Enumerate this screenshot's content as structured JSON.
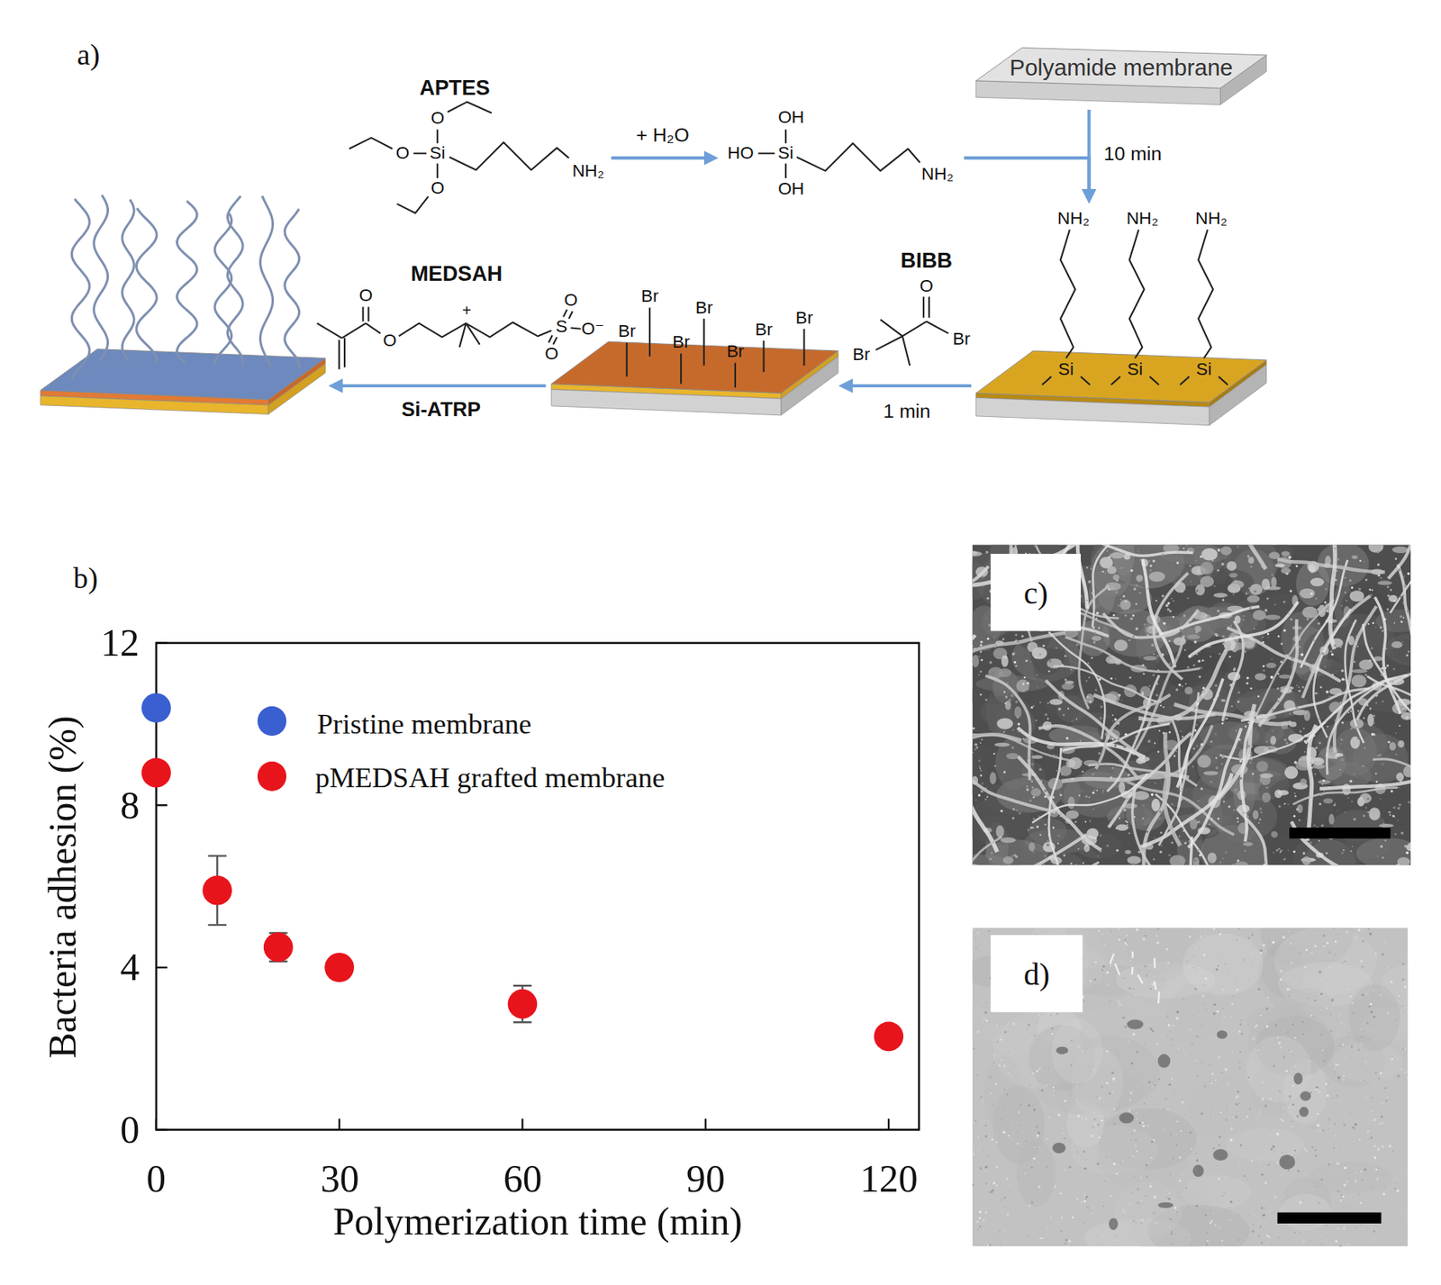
{
  "diagram": {
    "nodes": [
      {
        "text": [
          "APTES",
          "O",
          "O",
          "Si",
          "O",
          "NH₂"
        ]
      },
      {
        "text": [
          "OH",
          "HO",
          "Si",
          "OH",
          "NH₂"
        ]
      },
      {
        "text": [
          "Polyamide membrane"
        ]
      },
      {
        "text": [
          "NH₂",
          "NH₂",
          "NH₂",
          "Si",
          "Si",
          "Si"
        ]
      },
      {
        "text": [
          "BIBB",
          "O",
          "Br",
          "Br"
        ]
      },
      {
        "text": [
          "Br",
          "Br",
          "Br",
          "Br",
          "Br",
          "Br",
          "Br"
        ]
      },
      {
        "text": [
          "MEDSAH",
          "O",
          "O",
          "+",
          "S",
          "O",
          "O",
          "O⁻"
        ]
      }
    ],
    "edges": [
      {
        "from": 0,
        "to": 1,
        "arrow": "to",
        "label": "+ H₂O"
      },
      {
        "from": 1,
        "to": 3,
        "arrow": "to"
      },
      {
        "from": 2,
        "to": 3,
        "arrow": "to",
        "label": "10 min"
      },
      {
        "from": 3,
        "to": 5,
        "arrow": "to",
        "label": "1 min"
      }
    ],
    "labels": [
      "a)",
      "Si-ATRP",
      "b)",
      "12",
      "8",
      "4",
      "0",
      "0",
      "30",
      "60",
      "90",
      "120",
      "Bacteria adhesion (%)",
      "Polymerization time (min)",
      "c)",
      "d)"
    ],
    "legend": [
      {
        "text": "Pristine membrane",
        "color": "#3a5fd0"
      },
      {
        "text": "pMEDSAH grafted membrane",
        "color": "#e8141c"
      }
    ]
  }
}
